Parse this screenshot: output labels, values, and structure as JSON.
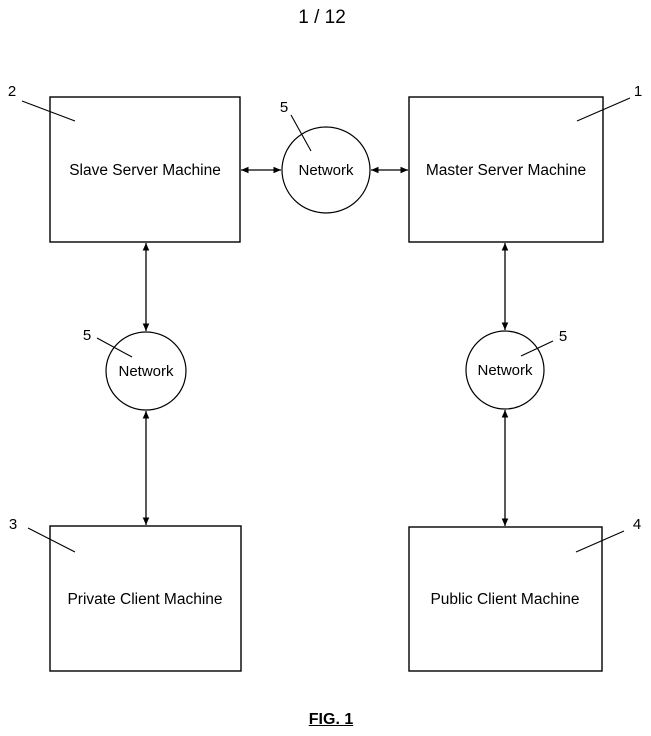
{
  "page": {
    "page_indicator": "1 / 12",
    "figure_caption": "FIG. 1"
  },
  "diagram": {
    "nodes": {
      "master_server": {
        "label": "Master Server Machine",
        "ref": "1"
      },
      "slave_server": {
        "label": "Slave Server Machine",
        "ref": "2"
      },
      "private_client": {
        "label": "Private Client Machine",
        "ref": "3"
      },
      "public_client": {
        "label": "Public Client Machine",
        "ref": "4"
      },
      "network_top": {
        "label": "Network",
        "ref": "5"
      },
      "network_left": {
        "label": "Network",
        "ref": "5"
      },
      "network_right": {
        "label": "Network",
        "ref": "5"
      }
    },
    "connections": [
      {
        "from": "slave_server",
        "to": "network_top",
        "type": "double-arrow"
      },
      {
        "from": "network_top",
        "to": "master_server",
        "type": "double-arrow"
      },
      {
        "from": "slave_server",
        "to": "network_left",
        "type": "double-arrow"
      },
      {
        "from": "network_left",
        "to": "private_client",
        "type": "double-arrow"
      },
      {
        "from": "master_server",
        "to": "network_right",
        "type": "double-arrow"
      },
      {
        "from": "network_right",
        "to": "public_client",
        "type": "double-arrow"
      }
    ],
    "colors": {
      "line": "#000000",
      "text": "#000000",
      "background": "#ffffff"
    }
  }
}
